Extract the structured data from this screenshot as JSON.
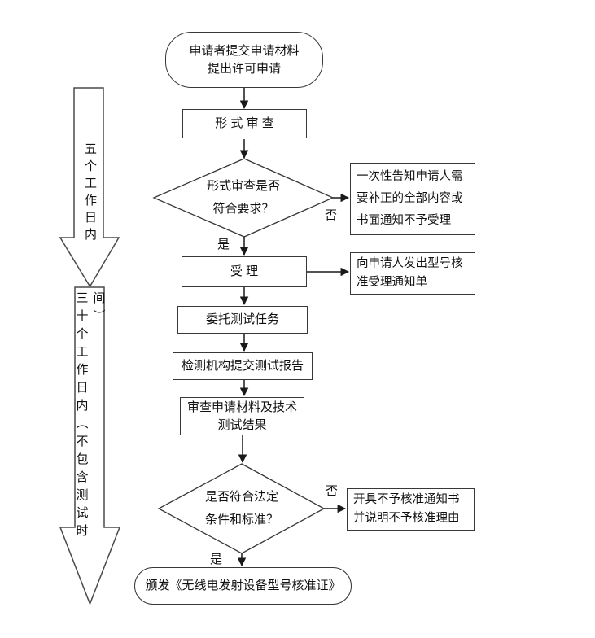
{
  "colors": {
    "background": "#ffffff",
    "line": "#383838",
    "arrowhead": "#1a1a1a",
    "text": "#111111"
  },
  "side_arrows": {
    "five_days": "五个工作日内",
    "thirty_days": "三十个工作日内（不包含测试时间）"
  },
  "nodes": {
    "start": "申请者提交申请材料\n提出许可申请",
    "formal_review": "形 式 审 查",
    "formal_review_decision": "形式审查是否\n符合要求？",
    "notify_correction": "一次性告知申请人需\n要补正的全部内容或\n书面通知不予受理",
    "accept": "受  理",
    "acceptance_notice": "向申请人发出型号核\n准受理通知单",
    "assign_testing": "委托测试任务",
    "test_report": "检测机构提交测试报告",
    "review_materials": "审查申请材料及技术\n测试结果",
    "standards_decision": "是否符合法定\n条件和标准？",
    "rejection_notice": "开具不予核准通知书\n并说明不予核准理由",
    "issue_certificate": "颁发《无线电发射设备型号核准证》"
  },
  "edge_labels": {
    "no_1": "否",
    "yes_1": "是",
    "no_2": "否",
    "yes_2": "是"
  }
}
